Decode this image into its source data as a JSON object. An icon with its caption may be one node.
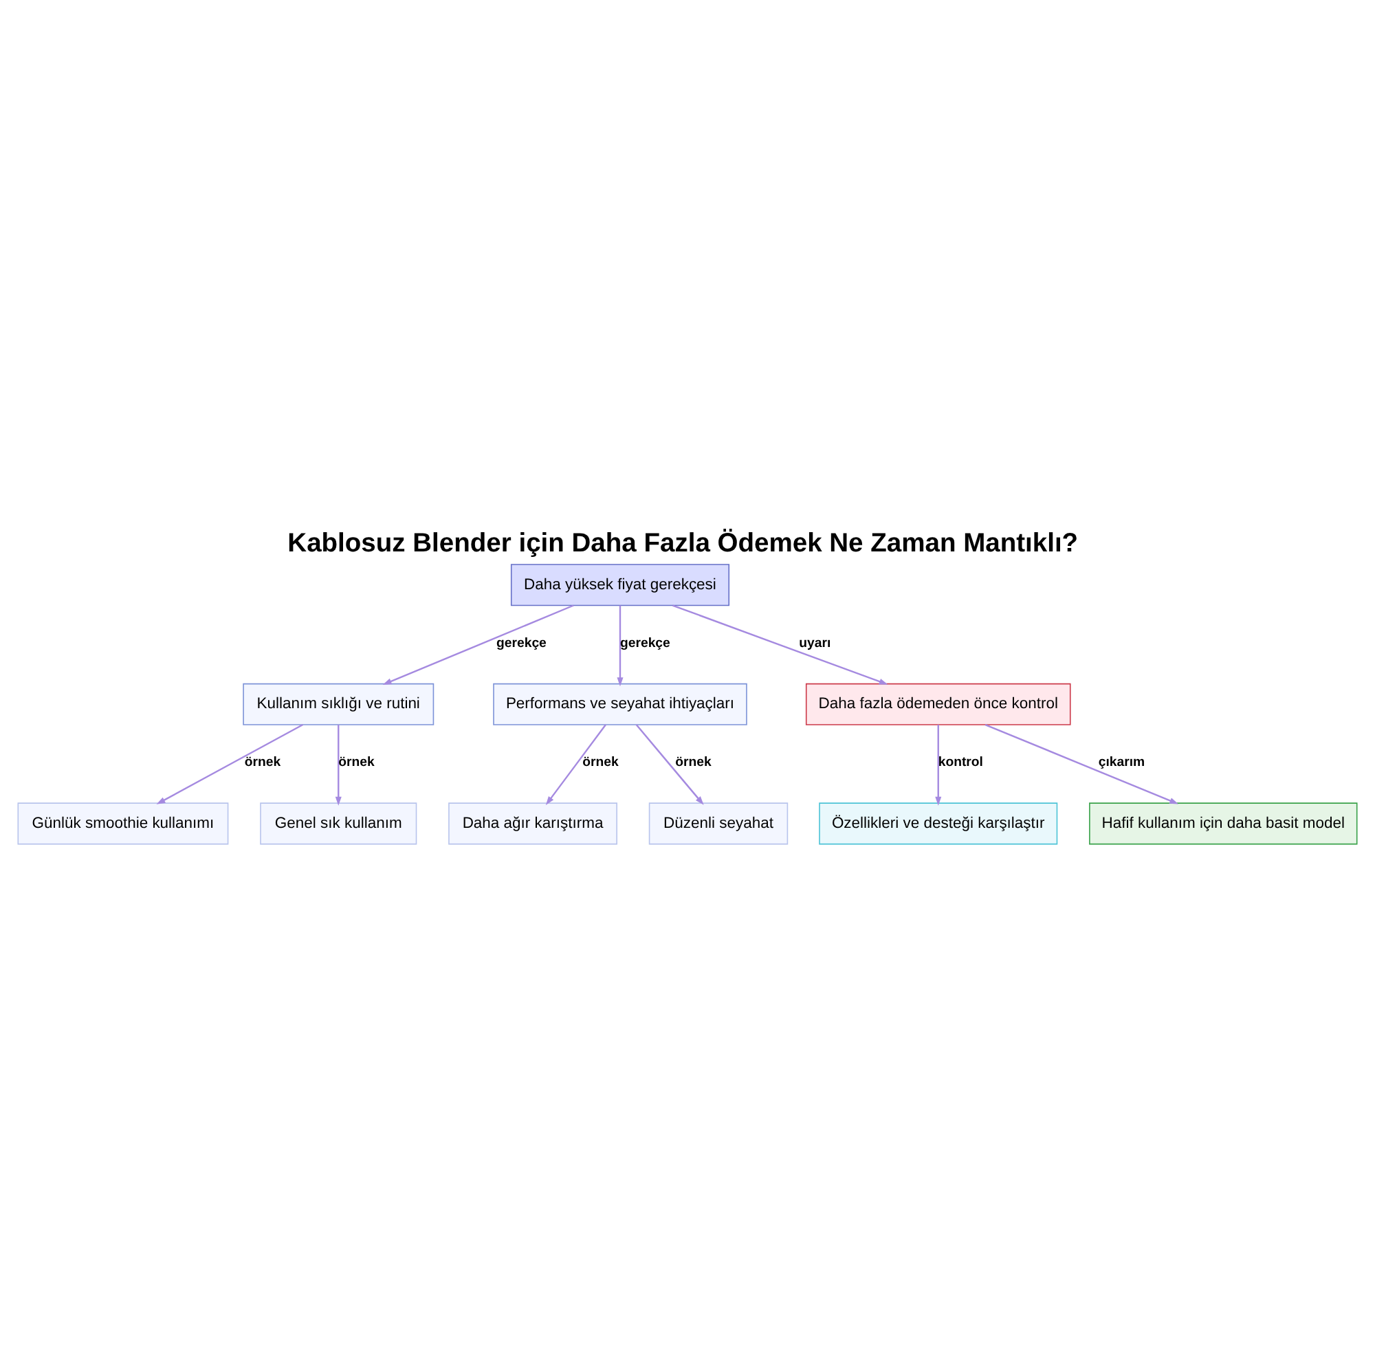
{
  "diagram": {
    "title": "Kablosuz Blender için Daha Fazla Ödemek Ne Zaman Mantıklı?",
    "nodes": [
      {
        "text": [
          "Daha yüksek fiyat gerekçesi"
        ]
      },
      {
        "text": [
          "Kullanım sıklığı ve rutini"
        ]
      },
      {
        "text": [
          "Performans ve seyahat ihtiyaçları"
        ]
      },
      {
        "text": [
          "Daha fazla ödemeden önce kontrol"
        ]
      },
      {
        "text": [
          "Günlük smoothie kullanımı"
        ]
      },
      {
        "text": [
          "Genel sık kullanım"
        ]
      },
      {
        "text": [
          "Daha ağır karıştırma"
        ]
      },
      {
        "text": [
          "Düzenli seyahat"
        ]
      },
      {
        "text": [
          "Özellikleri ve desteği karşılaştır"
        ]
      },
      {
        "text": [
          "Hafif kullanım için daha basit model"
        ]
      }
    ],
    "edges": [
      {
        "from": 0,
        "to": 1,
        "arrow": "to",
        "label": "gerekçe"
      },
      {
        "from": 0,
        "to": 2,
        "arrow": "to",
        "label": "gerekçe"
      },
      {
        "from": 0,
        "to": 3,
        "arrow": "to",
        "label": "uyarı"
      },
      {
        "from": 1,
        "to": 4,
        "arrow": "to",
        "label": "örnek"
      },
      {
        "from": 1,
        "to": 5,
        "arrow": "to",
        "label": "örnek"
      },
      {
        "from": 2,
        "to": 6,
        "arrow": "to",
        "label": "örnek"
      },
      {
        "from": 2,
        "to": 7,
        "arrow": "to",
        "label": "örnek"
      },
      {
        "from": 3,
        "to": 8,
        "arrow": "to",
        "label": "kontrol"
      },
      {
        "from": 3,
        "to": 9,
        "arrow": "to",
        "label": "çıkarım"
      }
    ]
  }
}
